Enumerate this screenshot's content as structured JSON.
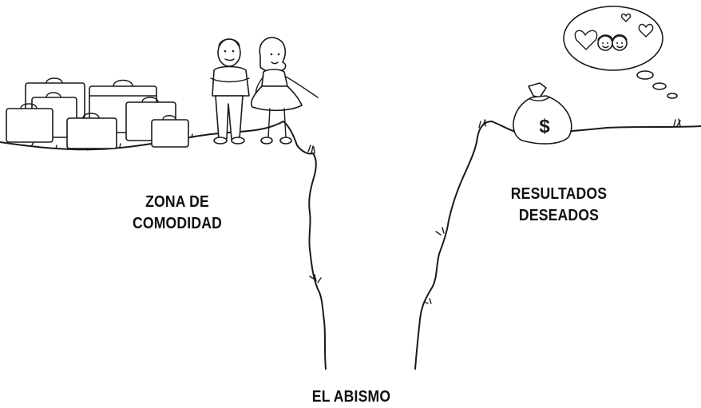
{
  "labels": {
    "comfort_zone": {
      "line1": "ZONA DE",
      "line2": "COMODIDAD"
    },
    "desired_results": {
      "line1": "RESULTADOS",
      "line2": "DESEADOS"
    },
    "abyss": "EL ABISMO"
  },
  "money_bag": {
    "symbol": "$"
  },
  "icons": [
    "suitcase-icon",
    "man-icon",
    "woman-icon",
    "money-bag-icon",
    "thought-bubble-icon",
    "heart-icon",
    "couple-faces-icon",
    "grass-tuft-icon"
  ],
  "colors": {
    "ink": "#1a1a1a",
    "background": "#ffffff"
  }
}
